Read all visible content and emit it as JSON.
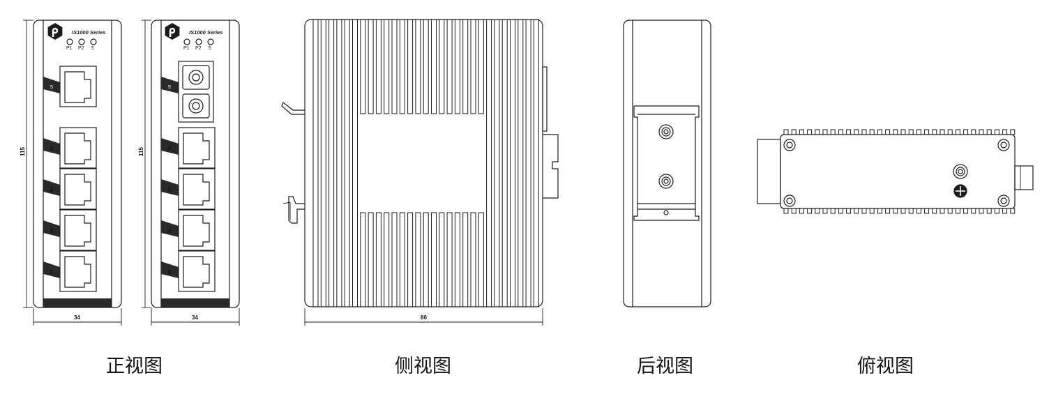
{
  "front_unit_a": {
    "series": "IS1000 Series",
    "leds": [
      "P1",
      "P2",
      "5"
    ],
    "ports": [
      "5",
      "4",
      "3",
      "2",
      "1"
    ],
    "height_dim": "115",
    "width_dim": "34"
  },
  "front_unit_b": {
    "series": "IS1000 Series",
    "leds": [
      "P1",
      "P2",
      "5"
    ],
    "ports": [
      "5",
      "4",
      "3",
      "2",
      "1"
    ],
    "height_dim": "115",
    "width_dim": "34"
  },
  "side": {
    "depth_dim": "86"
  },
  "captions": {
    "front": "正视图",
    "side": "侧视图",
    "back": "后视图",
    "top": "俯视图"
  },
  "colors": {
    "line": "#1a1a1a",
    "band": "#2a2a2a",
    "background": "#ffffff"
  }
}
